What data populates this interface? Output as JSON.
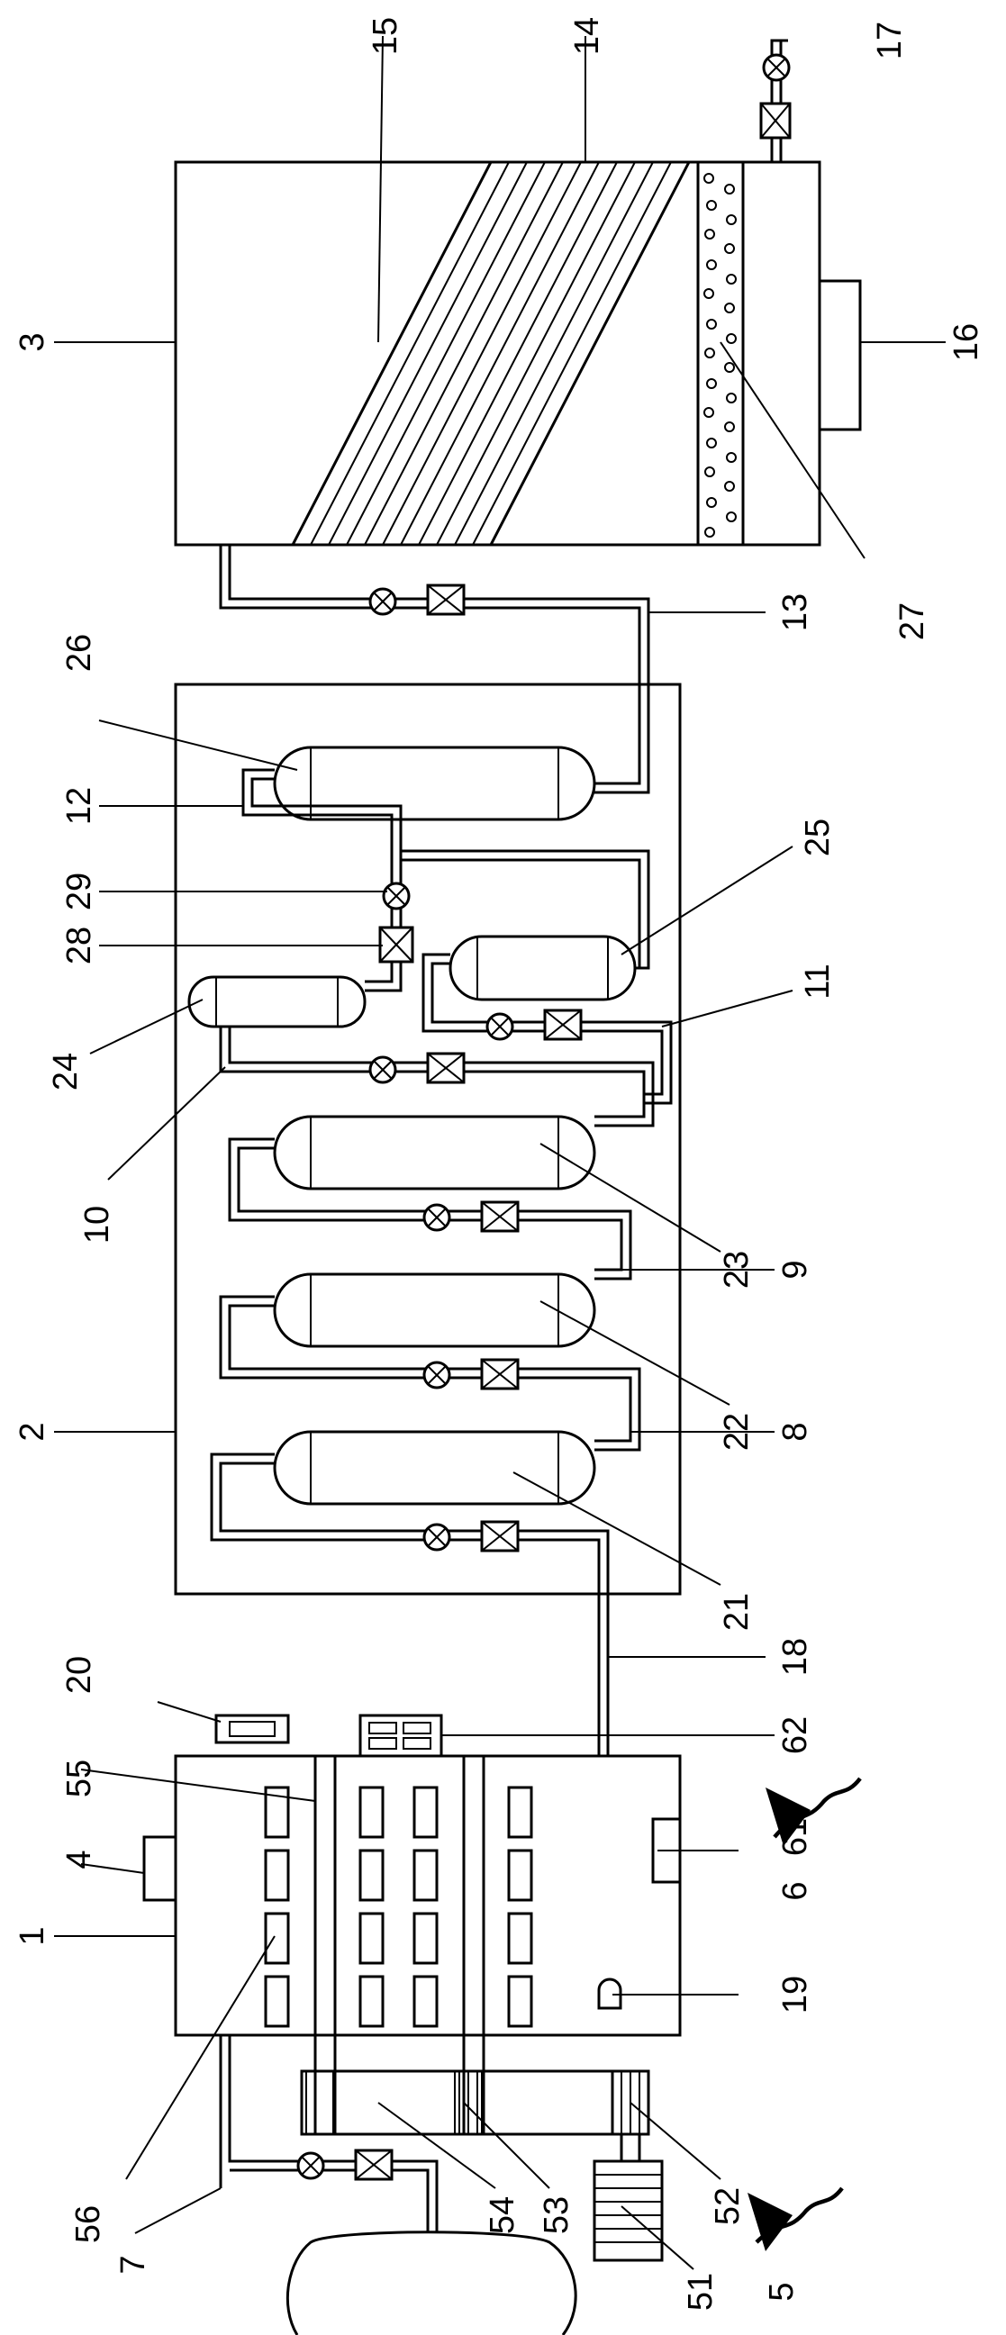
{
  "labels": {
    "l1": "1",
    "l2": "2",
    "l3": "3",
    "l4": "4",
    "l5": "5",
    "l6": "6",
    "l7": "7",
    "l8": "8",
    "l9": "9",
    "l10": "10",
    "l11": "11",
    "l12": "12",
    "l13": "13",
    "l14": "14",
    "l15": "15",
    "l16": "16",
    "l17": "17",
    "l18": "18",
    "l19": "19",
    "l20": "20",
    "l21": "21",
    "l22": "22",
    "l23": "23",
    "l24": "24",
    "l25": "25",
    "l26": "26",
    "l27": "27",
    "l28": "28",
    "l29": "29",
    "l51": "51",
    "l52": "52",
    "l53": "53",
    "l54": "54",
    "l55": "55",
    "l56": "56",
    "l61": "61",
    "l62": "62"
  }
}
